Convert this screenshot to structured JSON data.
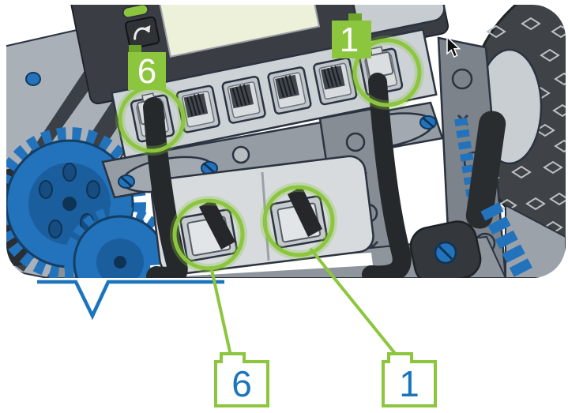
{
  "annotations": {
    "port_labels": [
      {
        "text": "6",
        "position": "top-left-port"
      },
      {
        "text": "1",
        "position": "top-right-port"
      }
    ],
    "cable_tags": [
      {
        "text": "6",
        "position": "bottom-left-motor-cable"
      },
      {
        "text": "1",
        "position": "bottom-right-motor-cable"
      }
    ]
  },
  "colors": {
    "highlight_green": "#8CC63E",
    "highlight_green_dark": "#6EA32C",
    "vex_blue": "#1B75BC",
    "cable_black": "#26292C",
    "screen_pale": "#EDF1D9"
  }
}
